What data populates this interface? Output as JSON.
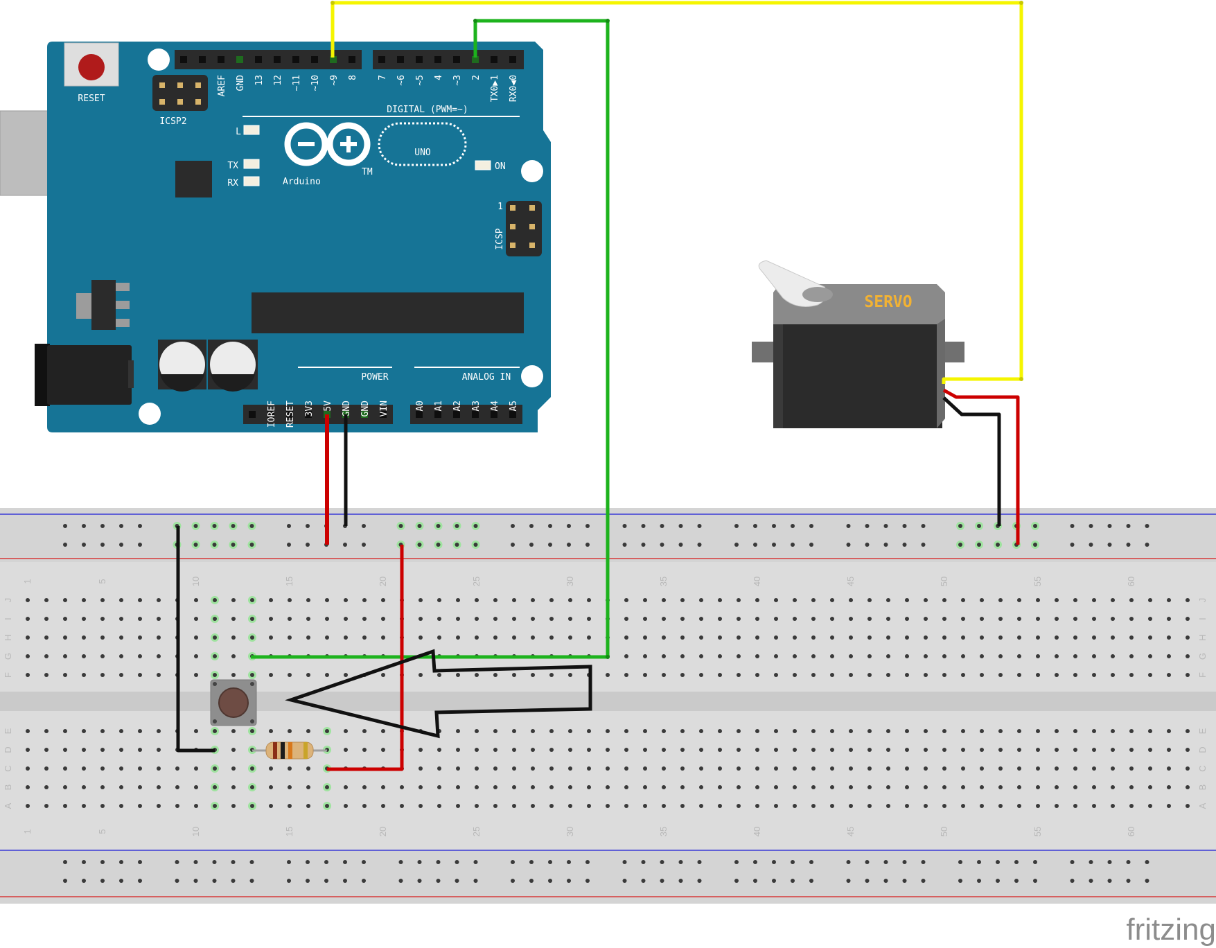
{
  "board": {
    "reset_label": "RESET",
    "icsp2_label": "ICSP2",
    "icsp_label": "ICSP",
    "icsp_pin1": "1",
    "led_l": "L",
    "led_tx": "TX",
    "led_rx": "RX",
    "on_label": "ON",
    "brand": "Arduino",
    "tm": "TM",
    "model": "UNO",
    "digital_title": "DIGITAL (PWM=~)",
    "power_title": "POWER",
    "analog_title": "ANALOG IN",
    "top_pins_left": [
      "AREF",
      "GND",
      "13",
      "12",
      "~11",
      "~10",
      "~9",
      "8"
    ],
    "top_pins_right": [
      "7",
      "~6",
      "~5",
      "4",
      "~3",
      "2",
      "TX0▶1",
      "RX0◀0"
    ],
    "power_pins": [
      "IOREF",
      "RESET",
      "3V3",
      "5V",
      "GND",
      "GND",
      "VIN"
    ],
    "analog_pins": [
      "A0",
      "A1",
      "A2",
      "A3",
      "A4",
      "A5"
    ],
    "colors": {
      "board": "#167496",
      "header": "#2b2b2b"
    }
  },
  "servo": {
    "label": "SERVO",
    "label_color": "#f2b233"
  },
  "breadboard": {
    "row_letters_top": [
      "J",
      "I",
      "H",
      "G",
      "F"
    ],
    "row_letters_bottom": [
      "E",
      "D",
      "C",
      "B",
      "A"
    ],
    "column_numbers": [
      "1",
      "5",
      "10",
      "15",
      "20",
      "25",
      "30",
      "35",
      "40",
      "45",
      "50",
      "55",
      "60"
    ]
  },
  "wires": {
    "signal_to_servo": "#f5f500",
    "button_to_pin2": "#1db31d",
    "power_5v": "#cc0000",
    "ground": "#111111"
  },
  "watermark": "fritzing"
}
